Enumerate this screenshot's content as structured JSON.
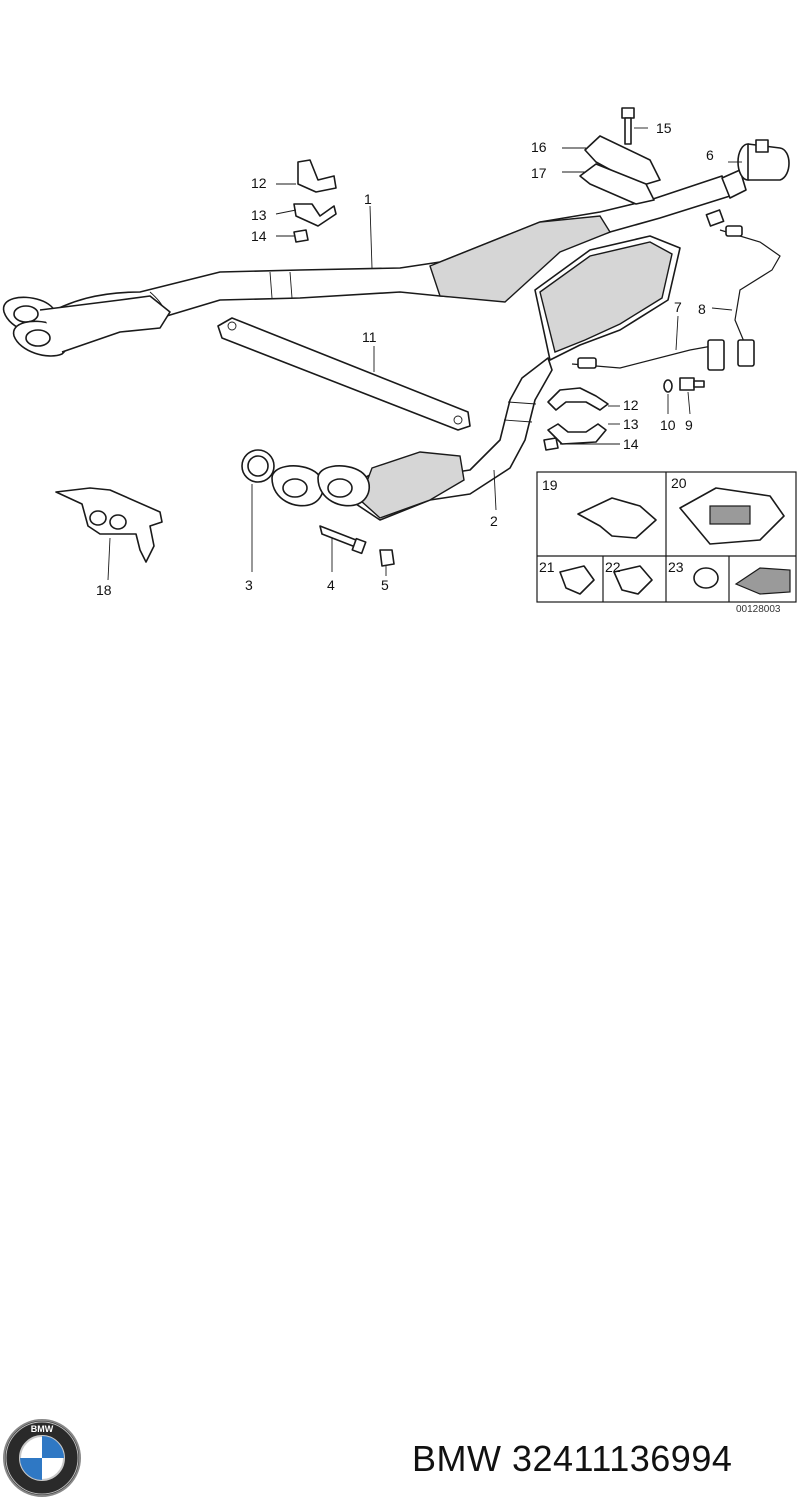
{
  "diagram": {
    "reference_number": "00128003",
    "callouts": {
      "c1": "1",
      "c2": "2",
      "c3": "3",
      "c4": "4",
      "c5": "5",
      "c6": "6",
      "c7": "7",
      "c8": "8",
      "c9": "9",
      "c10": "10",
      "c11": "11",
      "c12a": "12",
      "c12b": "12",
      "c13a": "13",
      "c13b": "13",
      "c14a": "14",
      "c14b": "14",
      "c15": "15",
      "c16": "16",
      "c17": "17",
      "c18": "18",
      "c19": "19",
      "c20": "20",
      "c21": "21",
      "c22": "22",
      "c23": "23"
    }
  },
  "footer": {
    "caption": "BMW 32411136994",
    "logo_text": "BMW",
    "logo_icon": "bmw-roundel-icon"
  }
}
